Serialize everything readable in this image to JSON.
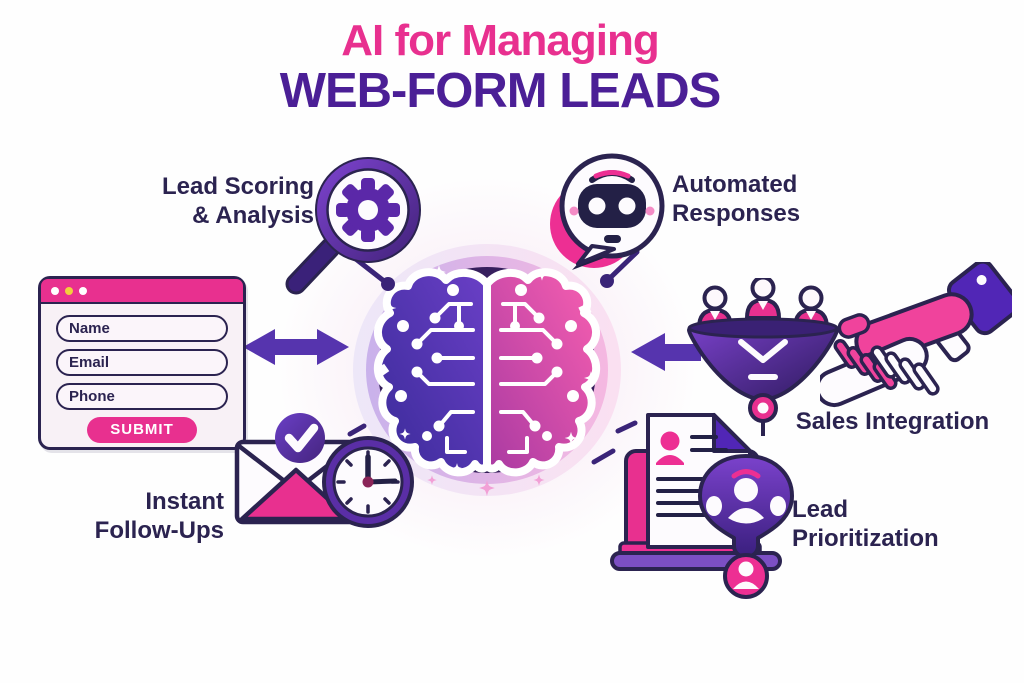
{
  "title": {
    "line1": "AI for Managing",
    "line2": "WEB-FORM LEADS"
  },
  "form": {
    "fields": [
      "Name",
      "Email",
      "Phone"
    ],
    "submit_label": "SUBMIT"
  },
  "labels": {
    "lead_scoring": [
      "Lead Scoring",
      "& Analysis"
    ],
    "automated_responses": [
      "Automated",
      "Responses"
    ],
    "sales_integration": "Sales Integration",
    "lead_prioritization": [
      "Lead",
      "Prioritization"
    ],
    "instant_follow_ups": [
      "Instant",
      "Follow-Ups"
    ]
  },
  "icons": {
    "center": "ai-brain-icon",
    "lead_scoring": "magnifier-gear-icon",
    "automated_responses": "chatbot-speech-bubble-icon",
    "sales_funnel": "lead-funnel-people-icon",
    "sales_integration": "handshake-icon",
    "instant_follow_ups": "envelope-check-clock-icon",
    "lead_prioritization": "laptop-document-prioritization-icon",
    "form": "browser-window-form-icon",
    "arrows": [
      "bidirectional-arrow-icon",
      "left-arrow-icon"
    ]
  },
  "colors": {
    "pink": "#E8308F",
    "purple": "#4B1F96",
    "arrow": "#5634AE",
    "dark": "#2B2350",
    "yellow": "#F2CF3C",
    "icon_purple": "#5A2EA6"
  }
}
